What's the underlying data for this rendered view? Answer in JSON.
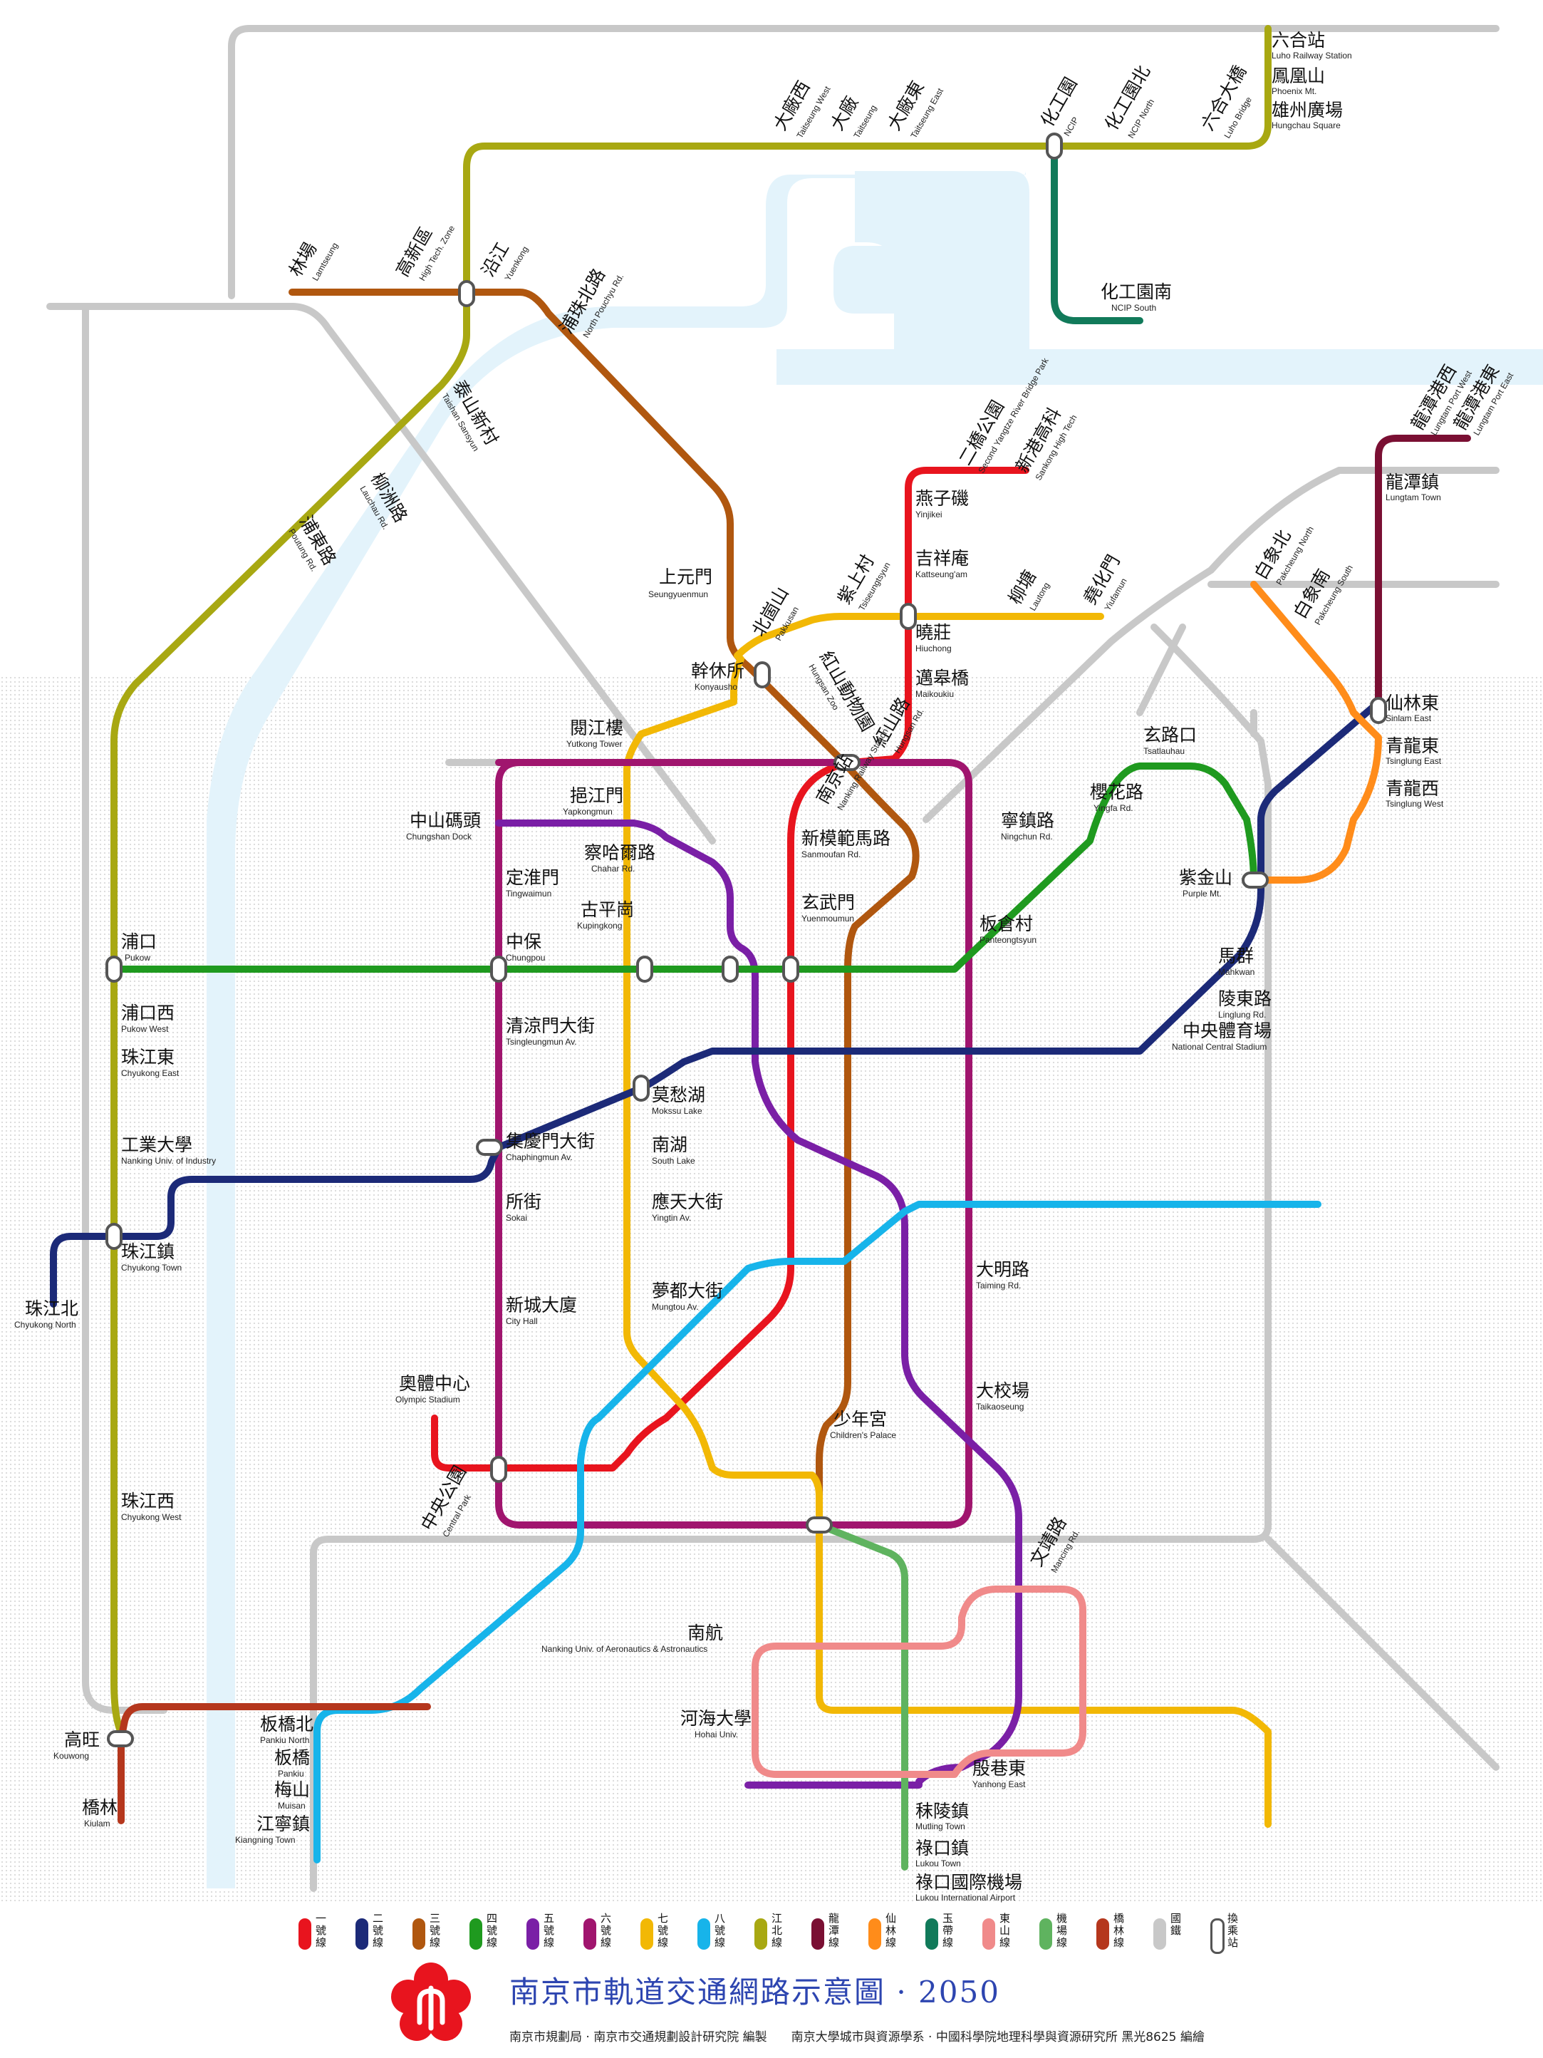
{
  "title": "南京市軌道交通網路示意圖 · 2050",
  "credits": "南京市規劃局 · 南京市交通規劃設計研究院 編製　　南京大學城市與資源學系 · 中國科學院地理科學與資源研究所 黑光8625 編繪",
  "lines": [
    {
      "id": "l1",
      "name": "一號線",
      "color": "#e8141e"
    },
    {
      "id": "l2",
      "name": "二號線",
      "color": "#1c2a78"
    },
    {
      "id": "l3",
      "name": "三號線",
      "color": "#b0570f"
    },
    {
      "id": "l4",
      "name": "四號線",
      "color": "#1f9a1f"
    },
    {
      "id": "l5",
      "name": "五號線",
      "color": "#7a1fa6"
    },
    {
      "id": "l6",
      "name": "六號線",
      "color": "#a0156e"
    },
    {
      "id": "l7",
      "name": "七號線",
      "color": "#f2b805"
    },
    {
      "id": "l8",
      "name": "八號線",
      "color": "#17b4ea"
    },
    {
      "id": "l9",
      "name": "江北線",
      "color": "#a8a812"
    },
    {
      "id": "l10",
      "name": "龍潭線",
      "color": "#7a0f33"
    },
    {
      "id": "l11",
      "name": "仙林線",
      "color": "#ff8c1a"
    },
    {
      "id": "l12",
      "name": "玉帶線",
      "color": "#117a5a"
    },
    {
      "id": "l13",
      "name": "東山線",
      "color": "#f08a8a"
    },
    {
      "id": "l14",
      "name": "機場線",
      "color": "#5fb35f"
    },
    {
      "id": "l15",
      "name": "橋林線",
      "color": "#b5371d"
    },
    {
      "id": "rail",
      "name": "國鐵",
      "color": "#c8c8c8"
    },
    {
      "id": "xfer",
      "name": "換乘站",
      "color": "#ffffff"
    }
  ],
  "stations": [
    {
      "zh": "六合站",
      "en": "Luho Railway Station"
    },
    {
      "zh": "鳳凰山",
      "en": "Phoenix Mt."
    },
    {
      "zh": "雄州廣場",
      "en": "Hungchau Square"
    },
    {
      "zh": "大廠西",
      "en": "Taitseung West"
    },
    {
      "zh": "大廠",
      "en": "Taitseung"
    },
    {
      "zh": "大廠東",
      "en": "Taitseung East"
    },
    {
      "zh": "化工園",
      "en": "NCIP"
    },
    {
      "zh": "化工園北",
      "en": "NCIP North"
    },
    {
      "zh": "六合大橋",
      "en": "Luho Bridge"
    },
    {
      "zh": "化工園南",
      "en": "NCIP South"
    },
    {
      "zh": "林場",
      "en": "Lamtseung"
    },
    {
      "zh": "高新區",
      "en": "High Tech. Zone"
    },
    {
      "zh": "沿江",
      "en": "Yuenkong"
    },
    {
      "zh": "浦珠北路",
      "en": "North Pouchyu Rd."
    },
    {
      "zh": "泰山新村",
      "en": "Taishan Sansyun"
    },
    {
      "zh": "柳洲路",
      "en": "Lauchau Rd."
    },
    {
      "zh": "浦東路",
      "en": "Poutung Rd."
    },
    {
      "zh": "上元門",
      "en": "Seungyuenmun"
    },
    {
      "zh": "北崮山",
      "en": "Pakkusan"
    },
    {
      "zh": "幹休所",
      "en": "Konyausho"
    },
    {
      "zh": "二橋公園",
      "en": "Second Yangtze River Bridge Park"
    },
    {
      "zh": "新港高科",
      "en": "Sankong High Tech"
    },
    {
      "zh": "燕子磯",
      "en": "Yinjikei"
    },
    {
      "zh": "吉祥庵",
      "en": "Kattseung'am"
    },
    {
      "zh": "紫上村",
      "en": "Tsiseungtsyun"
    },
    {
      "zh": "曉莊",
      "en": "Hiuchong"
    },
    {
      "zh": "柳塘",
      "en": "Lautong"
    },
    {
      "zh": "堯化門",
      "en": "Yiufamun"
    },
    {
      "zh": "邁皋橋",
      "en": "Maikoukiu"
    },
    {
      "zh": "紅山動物園",
      "en": "Hungsan Zoo"
    },
    {
      "zh": "紅山路",
      "en": "Hungsan Rd."
    },
    {
      "zh": "閱江樓",
      "en": "Yutkong Tower"
    },
    {
      "zh": "南京站",
      "en": "Nanking Railway Station"
    },
    {
      "zh": "中山碼頭",
      "en": "Chungshan Dock"
    },
    {
      "zh": "挹江門",
      "en": "Yapkongmun"
    },
    {
      "zh": "察哈爾路",
      "en": "Chahar Rd."
    },
    {
      "zh": "定淮門",
      "en": "Tingwaimun"
    },
    {
      "zh": "古平崗",
      "en": "Kupingkong"
    },
    {
      "zh": "新模範馬路",
      "en": "Sanmoufan Rd."
    },
    {
      "zh": "玄武門",
      "en": "Yuenmoumun"
    },
    {
      "zh": "寧鎮路",
      "en": "Ningchun Rd."
    },
    {
      "zh": "櫻花路",
      "en": "Yingfa Rd."
    },
    {
      "zh": "玄路口",
      "en": "Tsatlauhau"
    },
    {
      "zh": "板倉村",
      "en": "Panteongtsyun"
    },
    {
      "zh": "紫金山",
      "en": "Purple Mt."
    },
    {
      "zh": "浦口",
      "en": "Pukow"
    },
    {
      "zh": "中保",
      "en": "Chungpou"
    },
    {
      "zh": "浦口西",
      "en": "Pukow West"
    },
    {
      "zh": "珠江東",
      "en": "Chyukong East"
    },
    {
      "zh": "工業大學",
      "en": "Nanking Univ. of Industry"
    },
    {
      "zh": "珠江鎮",
      "en": "Chyukong Town"
    },
    {
      "zh": "珠江北",
      "en": "Chyukong North"
    },
    {
      "zh": "清涼門大街",
      "en": "Tsingleungmun Av."
    },
    {
      "zh": "集慶門大街",
      "en": "Chaphingmun Av."
    },
    {
      "zh": "莫愁湖",
      "en": "Mokssu Lake"
    },
    {
      "zh": "南湖",
      "en": "South Lake"
    },
    {
      "zh": "應天大街",
      "en": "Yingtin Av."
    },
    {
      "zh": "所街",
      "en": "Sokai"
    },
    {
      "zh": "新城大廈",
      "en": "City Hall"
    },
    {
      "zh": "夢都大街",
      "en": "Mungtou Av."
    },
    {
      "zh": "奧體中心",
      "en": "Olympic Stadium"
    },
    {
      "zh": "中央公園",
      "en": "Central Park"
    },
    {
      "zh": "馬群",
      "en": "Mahkwan"
    },
    {
      "zh": "陵東路",
      "en": "Linglung Rd."
    },
    {
      "zh": "中央體育場",
      "en": "National Central Stadium"
    },
    {
      "zh": "大明路",
      "en": "Taiming Rd."
    },
    {
      "zh": "大校場",
      "en": "Taikaoseung"
    },
    {
      "zh": "少年宮",
      "en": "Children's Palace"
    },
    {
      "zh": "仙林東",
      "en": "Sinlam East"
    },
    {
      "zh": "青龍東",
      "en": "Tsinglung East"
    },
    {
      "zh": "青龍西",
      "en": "Tsinglung West"
    },
    {
      "zh": "龍潭鎮",
      "en": "Lungtam Town"
    },
    {
      "zh": "龍潭港西",
      "en": "Lungtam Port West"
    },
    {
      "zh": "龍潭港東",
      "en": "Lungtam Port East"
    },
    {
      "zh": "白象北",
      "en": "Pakcheung North"
    },
    {
      "zh": "白象南",
      "en": "Pakcheung South"
    },
    {
      "zh": "南航",
      "en": "Nanking Univ. of Aeronautics & Astronautics"
    },
    {
      "zh": "河海大學",
      "en": "Hohai Univ."
    },
    {
      "zh": "殷巷東",
      "en": "Yanhong East"
    },
    {
      "zh": "秣陵鎮",
      "en": "Mutling Town"
    },
    {
      "zh": "祿口鎮",
      "en": "Lukou Town"
    },
    {
      "zh": "祿口國際機場",
      "en": "Lukou International Airport"
    },
    {
      "zh": "高旺",
      "en": "Kouwong"
    },
    {
      "zh": "橋林",
      "en": "Kiulam"
    },
    {
      "zh": "板橋北",
      "en": "Pankiu North"
    },
    {
      "zh": "板橋",
      "en": "Pankiu"
    },
    {
      "zh": "梅山",
      "en": "Muisan"
    },
    {
      "zh": "江寧鎮",
      "en": "Kiangning Town"
    },
    {
      "zh": "珠江西",
      "en": "Chyukong West"
    },
    {
      "zh": "文靖路",
      "en": "Mancing Rd."
    }
  ]
}
